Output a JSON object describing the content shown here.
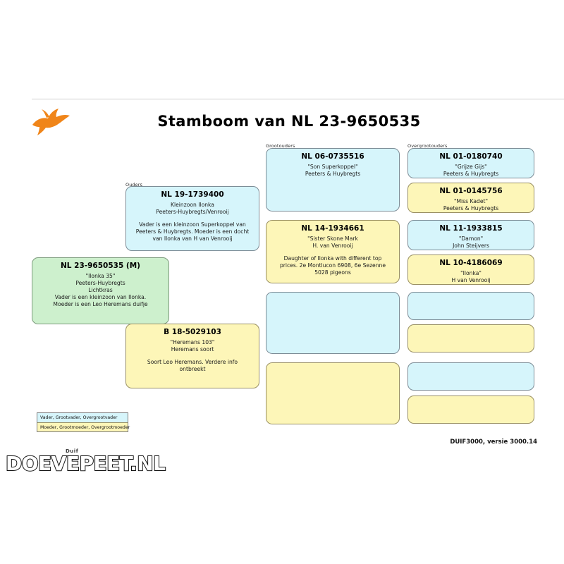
{
  "document": {
    "title": "Stamboom van NL 23-9650535",
    "version_footer": "DUIF3000, versie 3000.14",
    "watermark": "DOEVEPEET.NL",
    "watermark_sub": "Duif",
    "logo_icon": "flying-pigeon-icon",
    "logo_color": "#f08519"
  },
  "generation_labels": {
    "parents": "Ouders",
    "grandparents": "Grootouders",
    "great_grandparents": "Overgrootouders"
  },
  "legend": {
    "male_label": "Vader, Grootvader, Overgrootvader",
    "female_label": "Moeder, Grootmoeder, Overgrootmoeder",
    "male_color": "#d6f5fb",
    "female_color": "#fdf6b8"
  },
  "subject": {
    "band": "NL 23-9650535 (M)",
    "lines": [
      "\"Ilonka 35\"",
      "Peeters-Huybregts",
      "Lichtkras",
      "Vader is een kleinzoon van Ilonka.",
      "Moeder is een Leo Heremans duifje"
    ],
    "sex": "subject"
  },
  "parents": [
    {
      "band": "NL 19-1739400",
      "lines": [
        "Kleinzoon Ilonka",
        "Peeters-Huybregts/Venrooij"
      ],
      "notes": [
        "Vader is een kleinzoon Superkoppel van",
        "Peeters & Huybregts. Moeder is een docht",
        "van Ilonka van H van Venrooij"
      ],
      "sex": "male"
    },
    {
      "band": "B 18-5029103",
      "lines": [
        "\"Heremans 103\"",
        "Heremans soort"
      ],
      "notes": [
        "Soort Leo Heremans. Verdere info",
        "ontbreekt"
      ],
      "sex": "female"
    }
  ],
  "grandparents": [
    {
      "band": "NL 06-0735516",
      "lines": [
        "\"Son Superkoppel\"",
        "Peeters & Huybregts"
      ],
      "notes": [],
      "sex": "male"
    },
    {
      "band": "NL 14-1934661",
      "lines": [
        "\"Sister Skone Mark",
        "H. van Venrooij"
      ],
      "notes": [
        "Daughter of Ilonka with different top",
        "prices. 2e Montlucon 6908, 6e Sezenne",
        "5028 pigeons"
      ],
      "sex": "female"
    },
    {
      "band": "",
      "lines": [],
      "notes": [],
      "sex": "male"
    },
    {
      "band": "",
      "lines": [],
      "notes": [],
      "sex": "female"
    }
  ],
  "great_grandparents": [
    {
      "band": "NL 01-0180740",
      "lines": [
        "\"Grijze Gijs\"",
        "Peeters & Huybregts"
      ],
      "sex": "male"
    },
    {
      "band": "NL 01-0145756",
      "lines": [
        "\"Miss Kadet\"",
        "Peeters & Huybregts"
      ],
      "sex": "female"
    },
    {
      "band": "NL 11-1933815",
      "lines": [
        "\"Damon\"",
        "John Steijvers"
      ],
      "sex": "male"
    },
    {
      "band": "NL 10-4186069",
      "lines": [
        "\"Ilonka\"",
        "H van Venrooij"
      ],
      "sex": "female"
    },
    {
      "band": "",
      "lines": [],
      "sex": "male"
    },
    {
      "band": "",
      "lines": [],
      "sex": "female"
    },
    {
      "band": "",
      "lines": [],
      "sex": "male"
    },
    {
      "band": "",
      "lines": [],
      "sex": "female"
    }
  ]
}
